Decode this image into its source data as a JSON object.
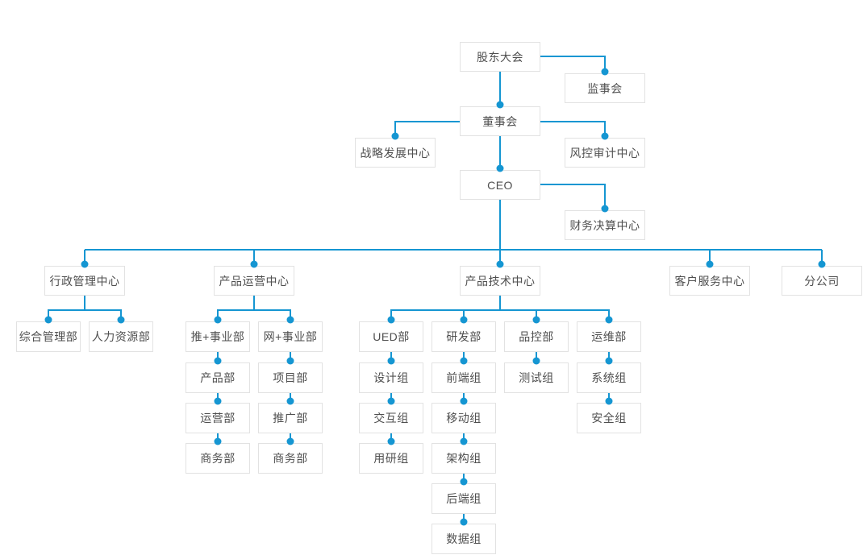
{
  "chart": {
    "type": "org-chart",
    "language": "zh-CN",
    "colors": {
      "connector": "#1596d2",
      "node_background": "#ffffff",
      "node_border": "#e2e2e2",
      "node_text": "#4f4f4f",
      "canvas_background": "#ffffff"
    },
    "nodes": {
      "shareholders_meeting": "股东大会",
      "supervisory_board": "监事会",
      "board_of_directors": "董事会",
      "strategy_center": "战略发展中心",
      "risk_audit_center": "风控审计中心",
      "ceo": "CEO",
      "finance_center": "财务决算中心",
      "admin_center": "行政管理中心",
      "general_admin_dept": "综合管理部",
      "hr_dept": "人力资源部",
      "product_ops_center": "产品运营中心",
      "tui_plus_division": "推+事业部",
      "wang_plus_division": "网+事业部",
      "product_dept": "产品部",
      "operations_dept": "运营部",
      "tui_business_dept": "商务部",
      "project_dept": "项目部",
      "promotion_dept": "推广部",
      "wang_business_dept": "商务部",
      "product_tech_center": "产品技术中心",
      "ued_dept": "UED部",
      "rnd_dept": "研发部",
      "qa_dept": "品控部",
      "ops_maintenance_dept": "运维部",
      "design_team": "设计组",
      "interaction_team": "交互组",
      "user_research_team": "用研组",
      "frontend_team": "前端组",
      "mobile_team": "移动组",
      "architecture_team": "架构组",
      "backend_team": "后端组",
      "data_team": "数据组",
      "testing_team": "测试组",
      "system_team": "系统组",
      "security_team": "安全组",
      "customer_service_center": "客户服务中心",
      "branch_company": "分公司"
    },
    "hierarchy": {
      "shareholders_meeting": {
        "supervisory_board": null,
        "board_of_directors": {
          "strategy_center": null,
          "risk_audit_center": null,
          "ceo": {
            "finance_center": null,
            "admin_center": {
              "general_admin_dept": null,
              "hr_dept": null
            },
            "product_ops_center": {
              "tui_plus_division": {
                "product_dept": {
                  "operations_dept": {
                    "tui_business_dept": null
                  }
                }
              },
              "wang_plus_division": {
                "project_dept": {
                  "promotion_dept": {
                    "wang_business_dept": null
                  }
                }
              }
            },
            "product_tech_center": {
              "ued_dept": {
                "design_team": {
                  "interaction_team": {
                    "user_research_team": null
                  }
                }
              },
              "rnd_dept": {
                "frontend_team": {
                  "mobile_team": {
                    "architecture_team": {
                      "backend_team": {
                        "data_team": null
                      }
                    }
                  }
                }
              },
              "qa_dept": {
                "testing_team": null
              },
              "ops_maintenance_dept": {
                "system_team": {
                  "security_team": null
                }
              }
            },
            "customer_service_center": null,
            "branch_company": null
          }
        }
      }
    }
  }
}
